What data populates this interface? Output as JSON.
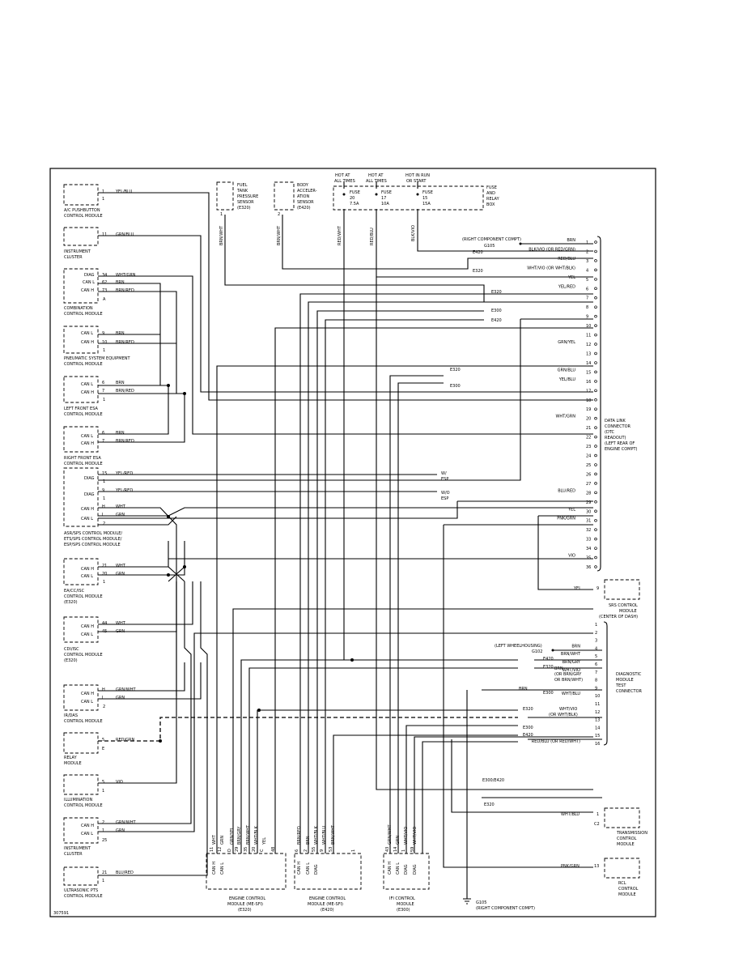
{
  "figure_id": "307591",
  "modules_left": [
    {
      "id": "ac",
      "name": [
        "A/C PUSHBUTTON",
        "CONTROL MODULE"
      ],
      "pins": [
        {
          "pin": "1",
          "wire": "YEL/BLU"
        },
        {
          "pin": "1",
          "wire": ""
        }
      ]
    },
    {
      "id": "ic1",
      "name": [
        "INSTRUMENT",
        "CLUSTER"
      ],
      "pins": [
        {
          "pin": "11",
          "wire": "GRN/BLU"
        }
      ]
    },
    {
      "id": "comb",
      "name": [
        "COMBINATION",
        "CONTROL MODULE"
      ],
      "pins": [
        {
          "label": "DIAG",
          "pin": "34",
          "wire": "WHT/GRN"
        },
        {
          "label": "CAN L",
          "pin": "62",
          "wire": "BRN"
        },
        {
          "label": "CAN H",
          "pin": "73",
          "wire": "BRN/RED"
        },
        {
          "label": "",
          "pin": "A",
          "wire": ""
        }
      ]
    },
    {
      "id": "pneu",
      "name": [
        "PNEUMATIC SYSTEM EQUIPMENT",
        "CONTROL MODULE"
      ],
      "pins": [
        {
          "label": "CAN L",
          "pin": "9",
          "wire": "BRN"
        },
        {
          "label": "CAN H",
          "pin": "10",
          "wire": "BRN/RED"
        },
        {
          "label": "",
          "pin": "1",
          "wire": ""
        }
      ]
    },
    {
      "id": "lfesa",
      "name": [
        "LEFT FRONT ESA",
        "CONTROL MODULE"
      ],
      "pins": [
        {
          "label": "CAN L",
          "pin": "6",
          "wire": "BRN"
        },
        {
          "label": "CAN H",
          "pin": "7",
          "wire": "BRN/RED"
        },
        {
          "label": "",
          "pin": "1",
          "wire": ""
        }
      ]
    },
    {
      "id": "rfesa",
      "name": [
        "RIGHT FRONT ESA",
        "CONTROL MODULE"
      ],
      "pins": [
        {
          "label": "CAN L",
          "pin": "6",
          "wire": "BRN"
        },
        {
          "label": "CAN H",
          "pin": "7",
          "wire": "BRN/RED"
        }
      ]
    },
    {
      "id": "asr",
      "name": [
        "ASR/SPS CONTROL MODULE/",
        "ETS/SPS CONTROL MODULE/",
        "ESP/SPS CONTROL MODULE"
      ],
      "pins": [
        {
          "label": "DIAG",
          "pin": "15",
          "wire": "YEL/RED"
        },
        {
          "label": "",
          "pin": "1",
          "wire": ""
        },
        {
          "label": "DIAG",
          "pin": "9",
          "wire": "YEL/RED"
        },
        {
          "label": "",
          "pin": "1",
          "wire": ""
        },
        {
          "label": "CAN H",
          "pin": "H",
          "wire": "WHT"
        },
        {
          "label": "CAN L",
          "pin": "L",
          "wire": "GRN"
        },
        {
          "label": "",
          "pin": "2",
          "wire": ""
        }
      ]
    },
    {
      "id": "eac",
      "name": [
        "EA/CC/ISC",
        "CONTROL MODULE",
        "(E320)"
      ],
      "pins": [
        {
          "label": "CAN H",
          "pin": "21",
          "wire": "WHT"
        },
        {
          "label": "CAN L",
          "pin": "20",
          "wire": "GRN"
        },
        {
          "label": "",
          "pin": "1",
          "wire": ""
        }
      ]
    },
    {
      "id": "cdi",
      "name": [
        "CDI/ISC",
        "CONTROL MODULE",
        "(E320)"
      ],
      "pins": [
        {
          "label": "CAN H",
          "pin": "44",
          "wire": "WHT"
        },
        {
          "label": "CAN L",
          "pin": "45",
          "wire": "GRN"
        }
      ]
    },
    {
      "id": "irdas",
      "name": [
        "IR/DAS",
        "CONTROL MODULE"
      ],
      "pins": [
        {
          "label": "CAN H",
          "pin": "H",
          "wire": "GRN/WHT"
        },
        {
          "label": "CAN L",
          "pin": "L",
          "wire": "GRN"
        },
        {
          "label": "",
          "pin": "2",
          "wire": ""
        }
      ]
    },
    {
      "id": "relay",
      "name": [
        "RELAY",
        "MODULE"
      ],
      "pins": [
        {
          "label": "",
          "pin": "5",
          "wire": "RED/GRN"
        },
        {
          "label": "",
          "pin": "E",
          "wire": ""
        }
      ]
    },
    {
      "id": "illum",
      "name": [
        "ILLUMINATION",
        "CONTROL MODULE"
      ],
      "pins": [
        {
          "label": "",
          "pin": "5",
          "wire": "VIO"
        },
        {
          "label": "",
          "pin": "1",
          "wire": ""
        }
      ]
    },
    {
      "id": "ic2",
      "name": [
        "INSTRUMENT",
        "CLUSTER"
      ],
      "pins": [
        {
          "label": "CAN H",
          "pin": "2",
          "wire": "GRN/WHT"
        },
        {
          "label": "CAN L",
          "pin": "1",
          "wire": "GRN"
        },
        {
          "label": "",
          "pin": "25",
          "wire": ""
        }
      ]
    },
    {
      "id": "upts",
      "name": [
        "ULTRASONIC PTS",
        "CONTROL MODULE"
      ],
      "pins": [
        {
          "label": "",
          "pin": "21",
          "wire": "BLU/RED"
        },
        {
          "label": "",
          "pin": "1",
          "wire": ""
        }
      ]
    }
  ],
  "top_components": [
    {
      "id": "fuel",
      "name": [
        "FUEL",
        "TANK",
        "PRESSURE",
        "SENSOR",
        "(E320)"
      ],
      "pin": "1",
      "wire": "BRN/WHT"
    },
    {
      "id": "body",
      "name": [
        "BODY",
        "ACCELER-",
        "ATION",
        "SENSOR",
        "(E420)"
      ],
      "pin": "2",
      "wire": "BRN/WHT"
    }
  ],
  "fuse_box": {
    "name": [
      "FUSE",
      "AND",
      "RELAY",
      "BOX"
    ],
    "fuses": [
      {
        "hot": [
          "HOT AT",
          "ALL TIMES"
        ],
        "label": [
          "FUSE",
          "20",
          "7.5A"
        ],
        "wire": "RED/WHT"
      },
      {
        "hot": [
          "HOT AT",
          "ALL TIMES"
        ],
        "label": [
          "FUSE",
          "17",
          "10A"
        ],
        "wire": "RED/BLU"
      },
      {
        "hot": [
          "HOT IN RUN",
          "OR START"
        ],
        "label": [
          "FUSE",
          "15",
          "15A"
        ],
        "wire": "BLK/VIO"
      }
    ]
  },
  "dlc": {
    "name": [
      "DATA LINK",
      "CONNECTOR",
      "(DTC",
      "READOUT)",
      "(LEFT REAR OF",
      "ENGINE COMPT)"
    ],
    "pins": [
      {
        "pin": "1",
        "wire": "BRN"
      },
      {
        "pin": "2",
        "wire": "BLK/VIO (OR RED/GRN)"
      },
      {
        "pin": "3",
        "wire": "RED/BLU"
      },
      {
        "pin": "4",
        "wire": "WHT/VIO (OR WHT/BLK)"
      },
      {
        "pin": "5",
        "wire": "YEL"
      },
      {
        "pin": "6",
        "wire": "YEL/RED"
      },
      {
        "pin": "7",
        "wire": ""
      },
      {
        "pin": "8",
        "wire": ""
      },
      {
        "pin": "9",
        "wire": ""
      },
      {
        "pin": "10",
        "wire": ""
      },
      {
        "pin": "11",
        "wire": ""
      },
      {
        "pin": "12",
        "wire": "GRN/YEL"
      },
      {
        "pin": "13",
        "wire": ""
      },
      {
        "pin": "14",
        "wire": ""
      },
      {
        "pin": "15",
        "wire": "GRN/BLU"
      },
      {
        "pin": "16",
        "wire": "YEL/BLU"
      },
      {
        "pin": "17",
        "wire": ""
      },
      {
        "pin": "18",
        "wire": ""
      },
      {
        "pin": "19",
        "wire": ""
      },
      {
        "pin": "20",
        "wire": "WHT/GRN"
      },
      {
        "pin": "21",
        "wire": ""
      },
      {
        "pin": "22",
        "wire": ""
      },
      {
        "pin": "23",
        "wire": ""
      },
      {
        "pin": "24",
        "wire": ""
      },
      {
        "pin": "25",
        "wire": ""
      },
      {
        "pin": "26",
        "wire": ""
      },
      {
        "pin": "27",
        "wire": ""
      },
      {
        "pin": "28",
        "wire": "BLU/RED"
      },
      {
        "pin": "29",
        "wire": ""
      },
      {
        "pin": "30",
        "wire": "YEL"
      },
      {
        "pin": "31",
        "wire": "PNK/GRN"
      },
      {
        "pin": "32",
        "wire": ""
      },
      {
        "pin": "33",
        "wire": ""
      },
      {
        "pin": "34",
        "wire": ""
      },
      {
        "pin": "35",
        "wire": "VIO"
      },
      {
        "pin": "36",
        "wire": ""
      }
    ],
    "ground": [
      "(RIGHT COMPONENT COMPT)",
      "G105"
    ],
    "brackets": [
      "E420",
      "E320",
      "E320",
      "E300",
      "E420",
      "E320",
      "E300",
      "W/",
      "ESP",
      "W/O",
      "ESP"
    ]
  },
  "dmtc": {
    "name": [
      "DIAGNOSTIC",
      "MODULE",
      "TEST",
      "CONNECTOR"
    ],
    "ground": [
      "(LEFT WHEELHOUSING)",
      "G102"
    ],
    "pins": [
      {
        "pin": "1",
        "wire": ""
      },
      {
        "pin": "2",
        "wire": ""
      },
      {
        "pin": "3",
        "wire": ""
      },
      {
        "pin": "4",
        "wire": "BRN"
      },
      {
        "pin": "5",
        "wire": "BRN/WHT"
      },
      {
        "pin": "6",
        "wire": "BRN/GRY"
      },
      {
        "pin": "7",
        "wire": "WHT/VIO"
      },
      {
        "pin": "8",
        "wire": ""
      },
      {
        "pin": "9",
        "wire": ""
      },
      {
        "pin": "10",
        "wire": "WHT/BLU"
      },
      {
        "pin": "11",
        "wire": ""
      },
      {
        "pin": "12",
        "wire": ""
      },
      {
        "pin": "13",
        "wire": ""
      },
      {
        "pin": "14",
        "wire": ""
      },
      {
        "pin": "15",
        "wire": ""
      },
      {
        "pin": "16",
        "wire": "RED/BLU (OR RED/WHT)"
      }
    ],
    "notes": [
      "BRN",
      "(OR BRN/GRY",
      "OR BRN/WHT)",
      "WHT/VIO",
      "(OR WHT/BLK)",
      "BRN",
      "E420",
      "E320",
      "E300",
      "E320",
      "E300",
      "E420",
      "E300/E420",
      "E320"
    ]
  },
  "srs": {
    "name": [
      "SRS CONTROL",
      "MODULE",
      "(CENTER OF DASH)"
    ],
    "pin": "9",
    "wire": "YEL"
  },
  "tcm": {
    "name": [
      "TRANSMISSION",
      "CONTROL",
      "MODULE"
    ],
    "pin": "1",
    "wire": "WHT/BLU",
    "extra": "C2"
  },
  "rcl": {
    "name": [
      "RCL",
      "CONTROL",
      "MODULE"
    ],
    "pin": "13",
    "wire": "PNK/GRN"
  },
  "ecm": [
    {
      "name": [
        "ENGINE CONTROL",
        "MODULE (ME-SFI)",
        "(E320)"
      ],
      "pins": [
        {
          "label": "CAN H",
          "pin": "11",
          "wire": "WHT"
        },
        {
          "label": "CAN L",
          "pin": "12",
          "wire": "GRN"
        },
        {
          "label": "",
          "pin": "D",
          "wire": "GRN/YEL"
        },
        {
          "label": "",
          "pin": "29",
          "wire": "BRN/GRY"
        },
        {
          "label": "",
          "pin": "35",
          "wire": "BRN/WHT"
        },
        {
          "label": "",
          "pin": "20",
          "wire": "WHT/BLK"
        },
        {
          "label": "",
          "pin": "C",
          "wire": "YEL"
        },
        {
          "label": "",
          "pin": "48",
          "wire": ""
        }
      ]
    },
    {
      "name": [
        "ENGINE CONTROL",
        "MODULE (ME-SFI)",
        "(E420)"
      ],
      "pins": [
        {
          "label": "CAN H",
          "pin": "6",
          "wire": "BRN/RED"
        },
        {
          "label": "CAN L",
          "pin": "2",
          "wire": "BRN"
        },
        {
          "label": "DIAG",
          "pin": "55",
          "wire": "WHT/BLK"
        },
        {
          "label": "",
          "pin": "9",
          "wire": "WHT/BLU"
        },
        {
          "label": "",
          "pin": "53",
          "wire": "BRN/WHT"
        },
        {
          "label": "",
          "pin": "1",
          "wire": ""
        }
      ]
    },
    {
      "name": [
        "IFI CONTROL",
        "MODULE",
        "(E300)"
      ],
      "pins": [
        {
          "label": "CAN H",
          "pin": "43",
          "wire": "GRN/WHT"
        },
        {
          "label": "CAN L",
          "pin": "14",
          "wire": "GRN"
        },
        {
          "label": "DIAG",
          "pin": "1",
          "wire": "WHT/VIO"
        },
        {
          "label": "DIAG",
          "pin": "59",
          "wire": "WHT/VIO"
        }
      ]
    }
  ],
  "bottom_ground": [
    "G105",
    "(RIGHT COMPONENT COMPT)"
  ]
}
